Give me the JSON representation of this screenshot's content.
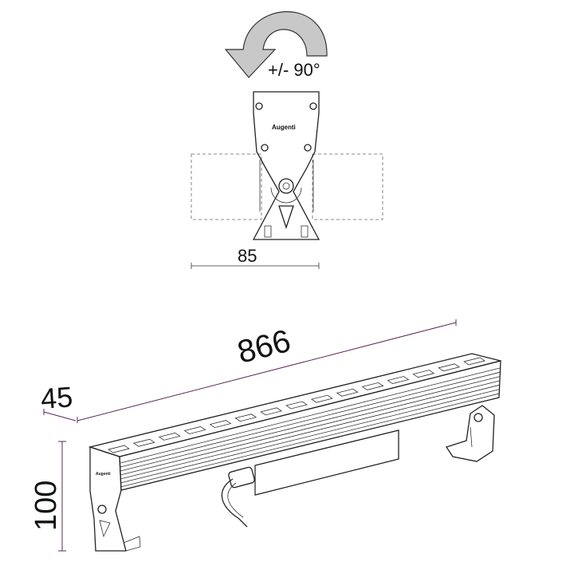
{
  "rotation_label": "+/- 90°",
  "logo_text": "Augenti",
  "dimensions": {
    "width_top_view": "85",
    "length": "866",
    "depth": "45",
    "height": "100"
  },
  "colors": {
    "arrow_fill": "#c8c8c8",
    "dimension_line": "#5a2a5a"
  }
}
